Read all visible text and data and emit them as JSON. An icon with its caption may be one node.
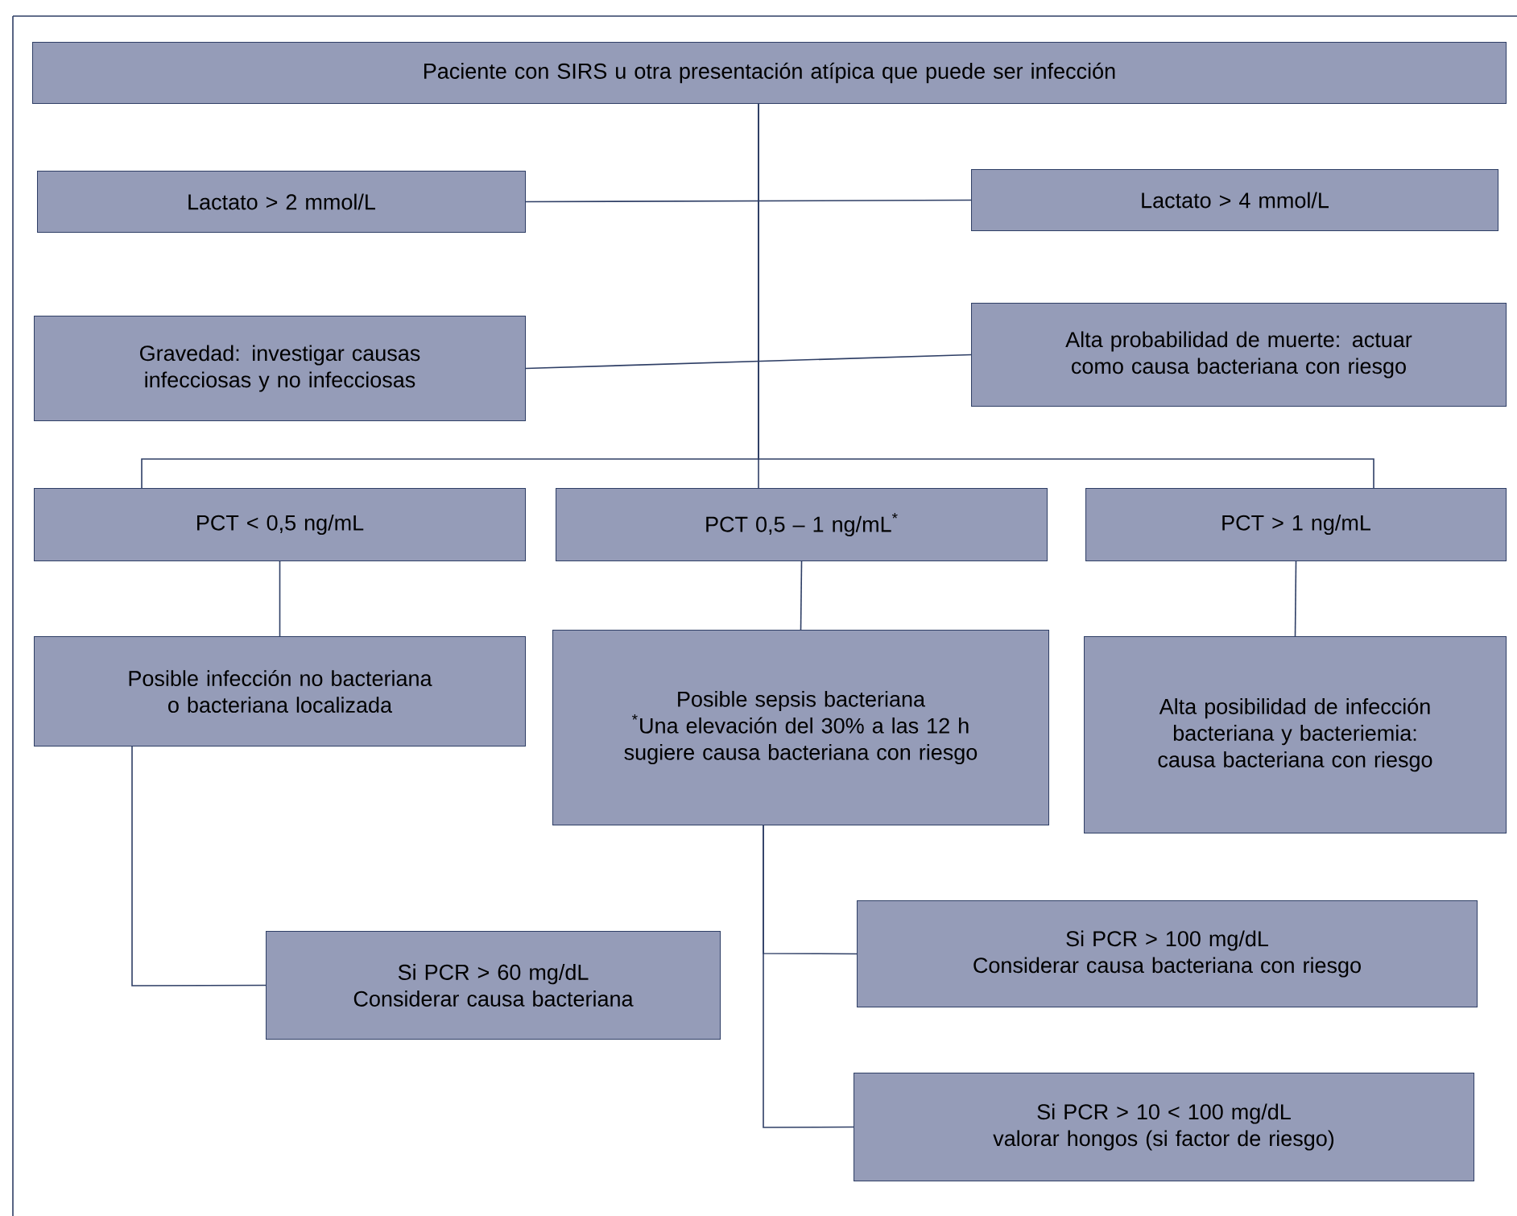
{
  "diagram": {
    "nodes": [
      {
        "text": [
          "Paciente con SIRS u otra presentación atípica que puede ser infección"
        ]
      },
      {
        "text": [
          "Lactato > 2 mmol/L"
        ]
      },
      {
        "text": [
          "Lactato > 4 mmol/L"
        ]
      },
      {
        "text": [
          "Gravedad: investigar causas infecciosas y no infecciosas"
        ]
      },
      {
        "text": [
          "Alta probabilidad de muerte: actuar como causa bacteriana con riesgo"
        ]
      },
      {
        "text": [
          "PCT < 0,5 ng/mL"
        ]
      },
      {
        "text": [
          "PCT 0,5 – 1 ng/mL$^{*}$"
        ]
      },
      {
        "text": [
          "PCT > 1 ng/mL"
        ]
      },
      {
        "text": [
          "Posible infección no bacteriana o bacteriana localizada"
        ]
      },
      {
        "text": [
          "Posible sepsis bacteriana",
          "$^{*}$Una elevación del 30% a las 12 h sugiere causa bacteriana con riesgo"
        ]
      },
      {
        "text": [
          "Alta posibilidad de infección bacteriana y bacteriemia: causa bacteriana con riesgo"
        ]
      },
      {
        "text": [
          "Si PCR > 60 mg/dL",
          "Considerar causa bacteriana"
        ]
      },
      {
        "text": [
          "Si PCR > 100 mg/dL",
          "Considerar causa bacteriana con riesgo"
        ]
      },
      {
        "text": [
          "Si PCR > 10 < 100 mg/dL",
          "valorar hongos (si factor de riesgo)"
        ]
      }
    ],
    "edges": [
      {
        "from": 1,
        "to": 2,
        "arrow": "none"
      },
      {
        "from": 3,
        "to": 4,
        "arrow": "none"
      },
      {
        "from": 0,
        "to": 5,
        "arrow": "none"
      },
      {
        "from": 0,
        "to": 6,
        "arrow": "none"
      },
      {
        "from": 0,
        "to": 7,
        "arrow": "none"
      },
      {
        "from": 5,
        "to": 8,
        "arrow": "none"
      },
      {
        "from": 6,
        "to": 9,
        "arrow": "none"
      },
      {
        "from": 7,
        "to": 10,
        "arrow": "none"
      },
      {
        "from": 8,
        "to": 11,
        "arrow": "none"
      },
      {
        "from": 9,
        "to": 12,
        "arrow": "none"
      },
      {
        "from": 9,
        "to": 13,
        "arrow": "none"
      }
    ]
  }
}
